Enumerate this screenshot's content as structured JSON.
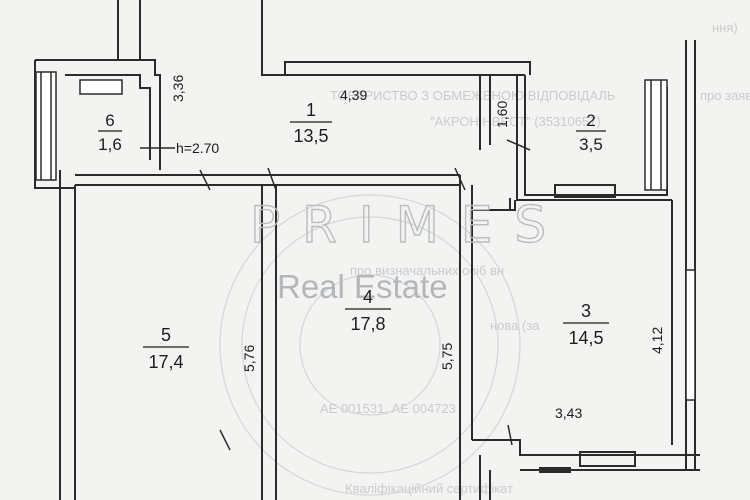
{
  "watermark": {
    "brand": "PRIMES",
    "sub": "Real Estate"
  },
  "rooms": [
    {
      "id": "1",
      "area": "13,5"
    },
    {
      "id": "2",
      "area": "3,5"
    },
    {
      "id": "3",
      "area": "14,5"
    },
    {
      "id": "4",
      "area": "17,8"
    },
    {
      "id": "5",
      "area": "17,4"
    },
    {
      "id": "6",
      "area": "1,6"
    }
  ],
  "dimensions": {
    "d1": "3,36",
    "d2": "4,39",
    "d3": "1,60",
    "d4": "4,12",
    "d5": "5,76",
    "d6": "5,75",
    "d7": "3,43",
    "height": "h=2.70"
  },
  "background_text": [
    "ТОВАРИСТВО З ОБМЕЖЕНОЮ ВІДПОВІДАЛЬ",
    "\"АКРОНІНВЕСТ\" (35310657)",
    "про визначальних осіб вн",
    "нова (за",
    "АЕ 001531, АЕ 004723",
    "Кваліфікаційний сертифікат",
    "ння)",
    "про заявника"
  ]
}
